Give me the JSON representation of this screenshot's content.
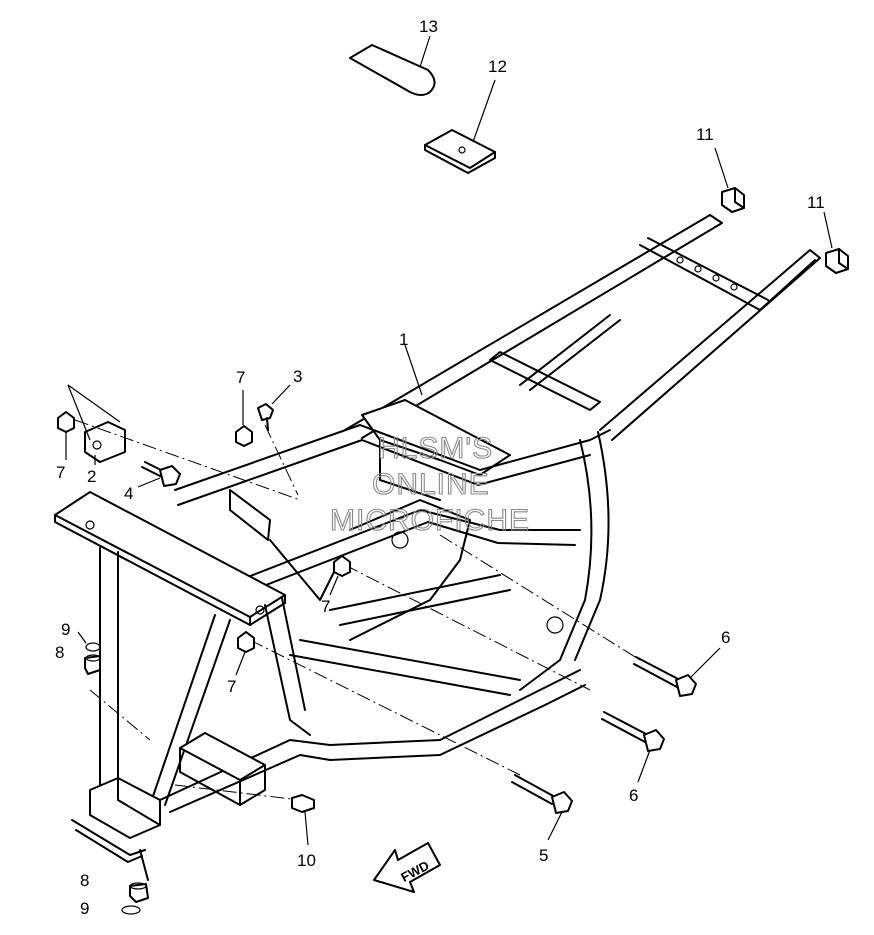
{
  "diagram": {
    "callouts": [
      {
        "id": "c13",
        "text": "13"
      },
      {
        "id": "c12",
        "text": "12"
      },
      {
        "id": "c11a",
        "text": "11"
      },
      {
        "id": "c11b",
        "text": "11"
      },
      {
        "id": "c1",
        "text": "1"
      },
      {
        "id": "c7a",
        "text": "7"
      },
      {
        "id": "c3",
        "text": "3"
      },
      {
        "id": "c7b",
        "text": "7"
      },
      {
        "id": "c2",
        "text": "2"
      },
      {
        "id": "c4",
        "text": "4"
      },
      {
        "id": "c7c",
        "text": "7"
      },
      {
        "id": "c9a",
        "text": "9"
      },
      {
        "id": "c8a",
        "text": "8"
      },
      {
        "id": "c7d",
        "text": "7"
      },
      {
        "id": "c6a",
        "text": "6"
      },
      {
        "id": "c6b",
        "text": "6"
      },
      {
        "id": "c5",
        "text": "5"
      },
      {
        "id": "c10",
        "text": "10"
      },
      {
        "id": "c8b",
        "text": "8"
      },
      {
        "id": "c9b",
        "text": "9"
      }
    ],
    "watermark": {
      "line1": "HLSM'S",
      "line2": "ONLINE",
      "line3": "MICROFICHE"
    },
    "fwd_arrow_label": "FWD"
  }
}
